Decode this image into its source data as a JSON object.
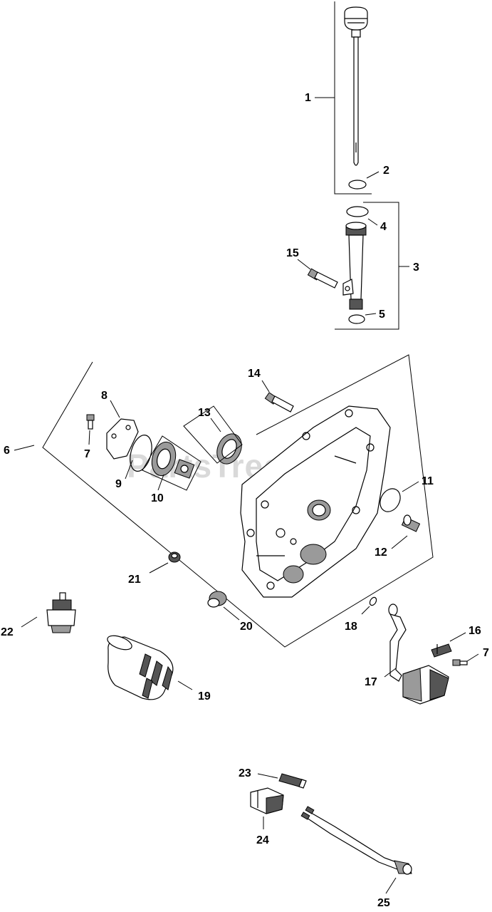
{
  "watermark": "PartsTree",
  "callouts": {
    "c1": "1",
    "c2": "2",
    "c3": "3",
    "c4": "4",
    "c5": "5",
    "c6": "6",
    "c7a": "7",
    "c7b": "7",
    "c8": "8",
    "c9": "9",
    "c10": "10",
    "c11": "11",
    "c12": "12",
    "c13": "13",
    "c14": "14",
    "c15": "15",
    "c16": "16",
    "c17": "17",
    "c18": "18",
    "c19": "19",
    "c20": "20",
    "c21": "21",
    "c22": "22",
    "c23": "23",
    "c24": "24",
    "c25": "25"
  }
}
